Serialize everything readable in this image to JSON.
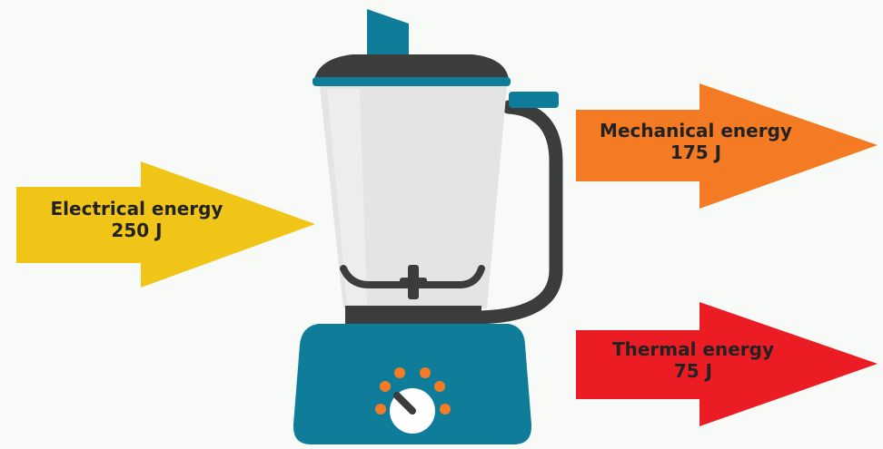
{
  "arrows": {
    "electrical": {
      "label": "Electrical energy",
      "value": "250 J",
      "color": "#f1c518"
    },
    "mechanical": {
      "label": "Mechanical energy",
      "value": "175 J",
      "color": "#f47b23"
    },
    "thermal": {
      "label": "Thermal energy",
      "value": "75 J",
      "color": "#ec1c24"
    }
  },
  "colors": {
    "background": "#f7faf6",
    "blender_body": "#0f7d99",
    "blender_dark": "#3b3d3a",
    "jar_glass": "#e3e4e3",
    "dial_dots": "#f47b23"
  },
  "icons": [
    "blender-icon",
    "control-dial-icon"
  ]
}
